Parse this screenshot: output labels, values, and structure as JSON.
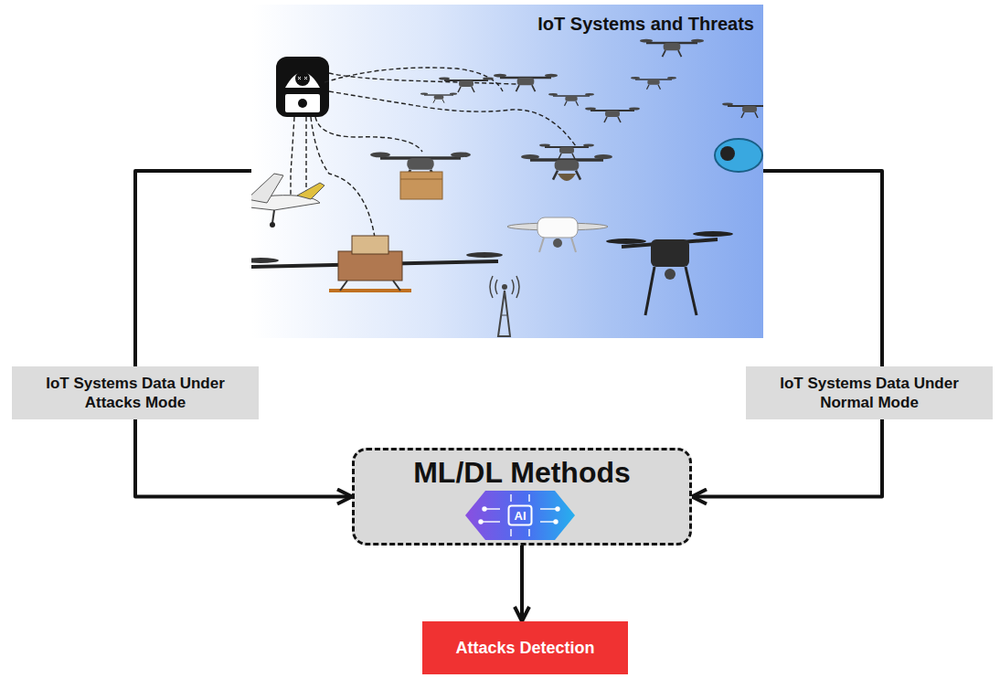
{
  "diagram": {
    "nodes": [
      {
        "text": [
          "IoT Systems and Threats"
        ]
      },
      {
        "text": [
          "ML/DL Methods"
        ]
      },
      {
        "text": [
          "AI"
        ],
        "in": 1
      },
      {
        "text": [
          "Attacks Detection"
        ]
      }
    ],
    "edges": [
      {
        "from": 0,
        "to": 1,
        "label": "IoT Systems Data Under Attacks Mode",
        "arrow": "to"
      },
      {
        "from": 0,
        "to": 1,
        "label": "IoT Systems Data Under Normal Mode",
        "arrow": "to"
      },
      {
        "from": 1,
        "to": 3,
        "arrow": "to"
      }
    ]
  }
}
